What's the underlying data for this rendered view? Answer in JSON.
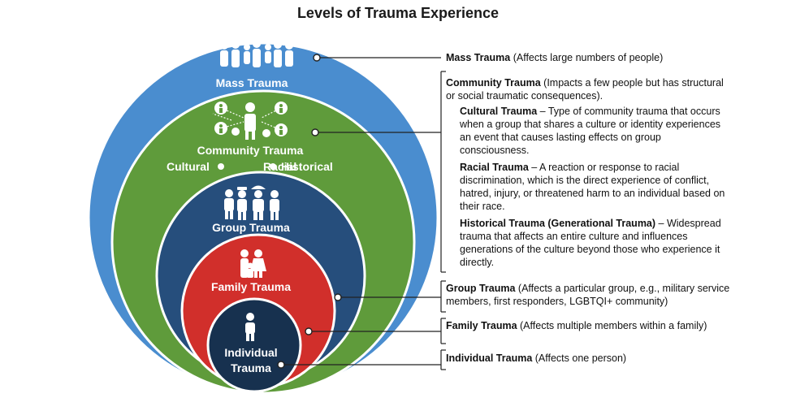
{
  "title": "Levels of Trauma Experience",
  "colors": {
    "mass": "#4a8dcf",
    "community": "#5f9b3b",
    "group": "#264e7c",
    "family": "#d12f2b",
    "individual": "#17314f",
    "connector": "#222222"
  },
  "circles": {
    "mass": {
      "label": "Mass Trauma",
      "icon": "crowd-icon"
    },
    "community": {
      "label": "Community Trauma",
      "sub": [
        "Cultural",
        "Racial",
        "Historical"
      ],
      "icon": "network-people-icon"
    },
    "group": {
      "label": "Group Trauma",
      "icon": "responders-icon"
    },
    "family": {
      "label": "Family Trauma",
      "icon": "family-icon"
    },
    "individual": {
      "label_line1": "Individual",
      "label_line2": "Trauma",
      "icon": "person-icon"
    }
  },
  "descriptions": {
    "mass": {
      "term": "Mass Trauma",
      "text": " (Affects large numbers of people)"
    },
    "community": {
      "term": "Community Trauma",
      "text": " (Impacts a few people but has structural or social traumatic consequences)."
    },
    "cultural": {
      "term": "Cultural Trauma",
      "text": " – Type of community trauma that occurs when a group that shares a culture or identity experiences an event that causes lasting effects on group consciousness."
    },
    "racial": {
      "term": "Racial Trauma",
      "text": " – A reaction or response to racial discrimination, which is the direct experience of conflict, hatred, injury, or threatened harm to an individual based on their race."
    },
    "historical": {
      "term": "Historical Trauma (Generational Trauma)",
      "text": " – Widespread trauma that affects an entire culture and influences generations of the culture beyond those who experience it directly."
    },
    "group": {
      "term": "Group Trauma",
      "text": " (Affects a particular group, e.g., military service members, first responders, LGBTQI+ community)"
    },
    "family": {
      "term": "Family Trauma",
      "text": " (Affects multiple members within a family)"
    },
    "individual": {
      "term": "Individual Trauma",
      "text": " (Affects one person)"
    }
  }
}
